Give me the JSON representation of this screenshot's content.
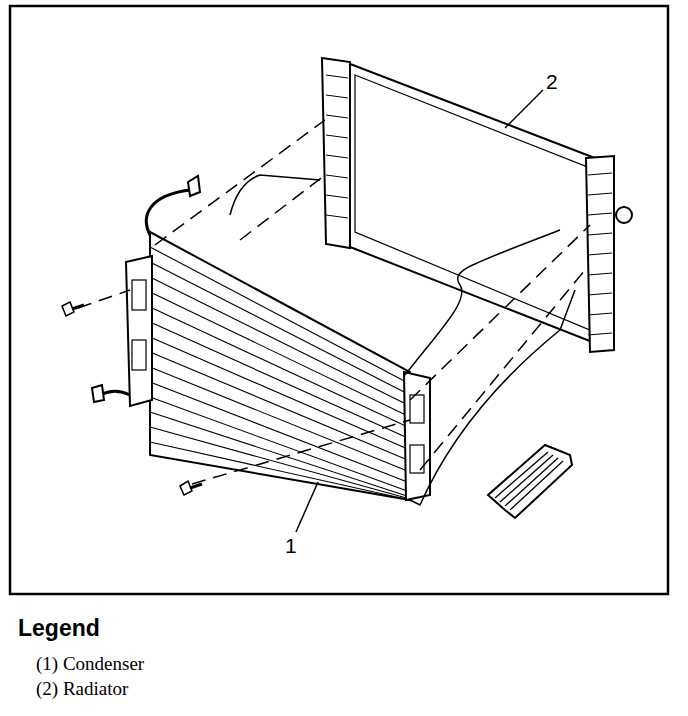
{
  "diagram": {
    "labels": [
      "2",
      "1",
      "Legend"
    ],
    "legend": [
      {
        "text": "(1) Condenser"
      },
      {
        "text": "(2) Radiator"
      }
    ]
  }
}
